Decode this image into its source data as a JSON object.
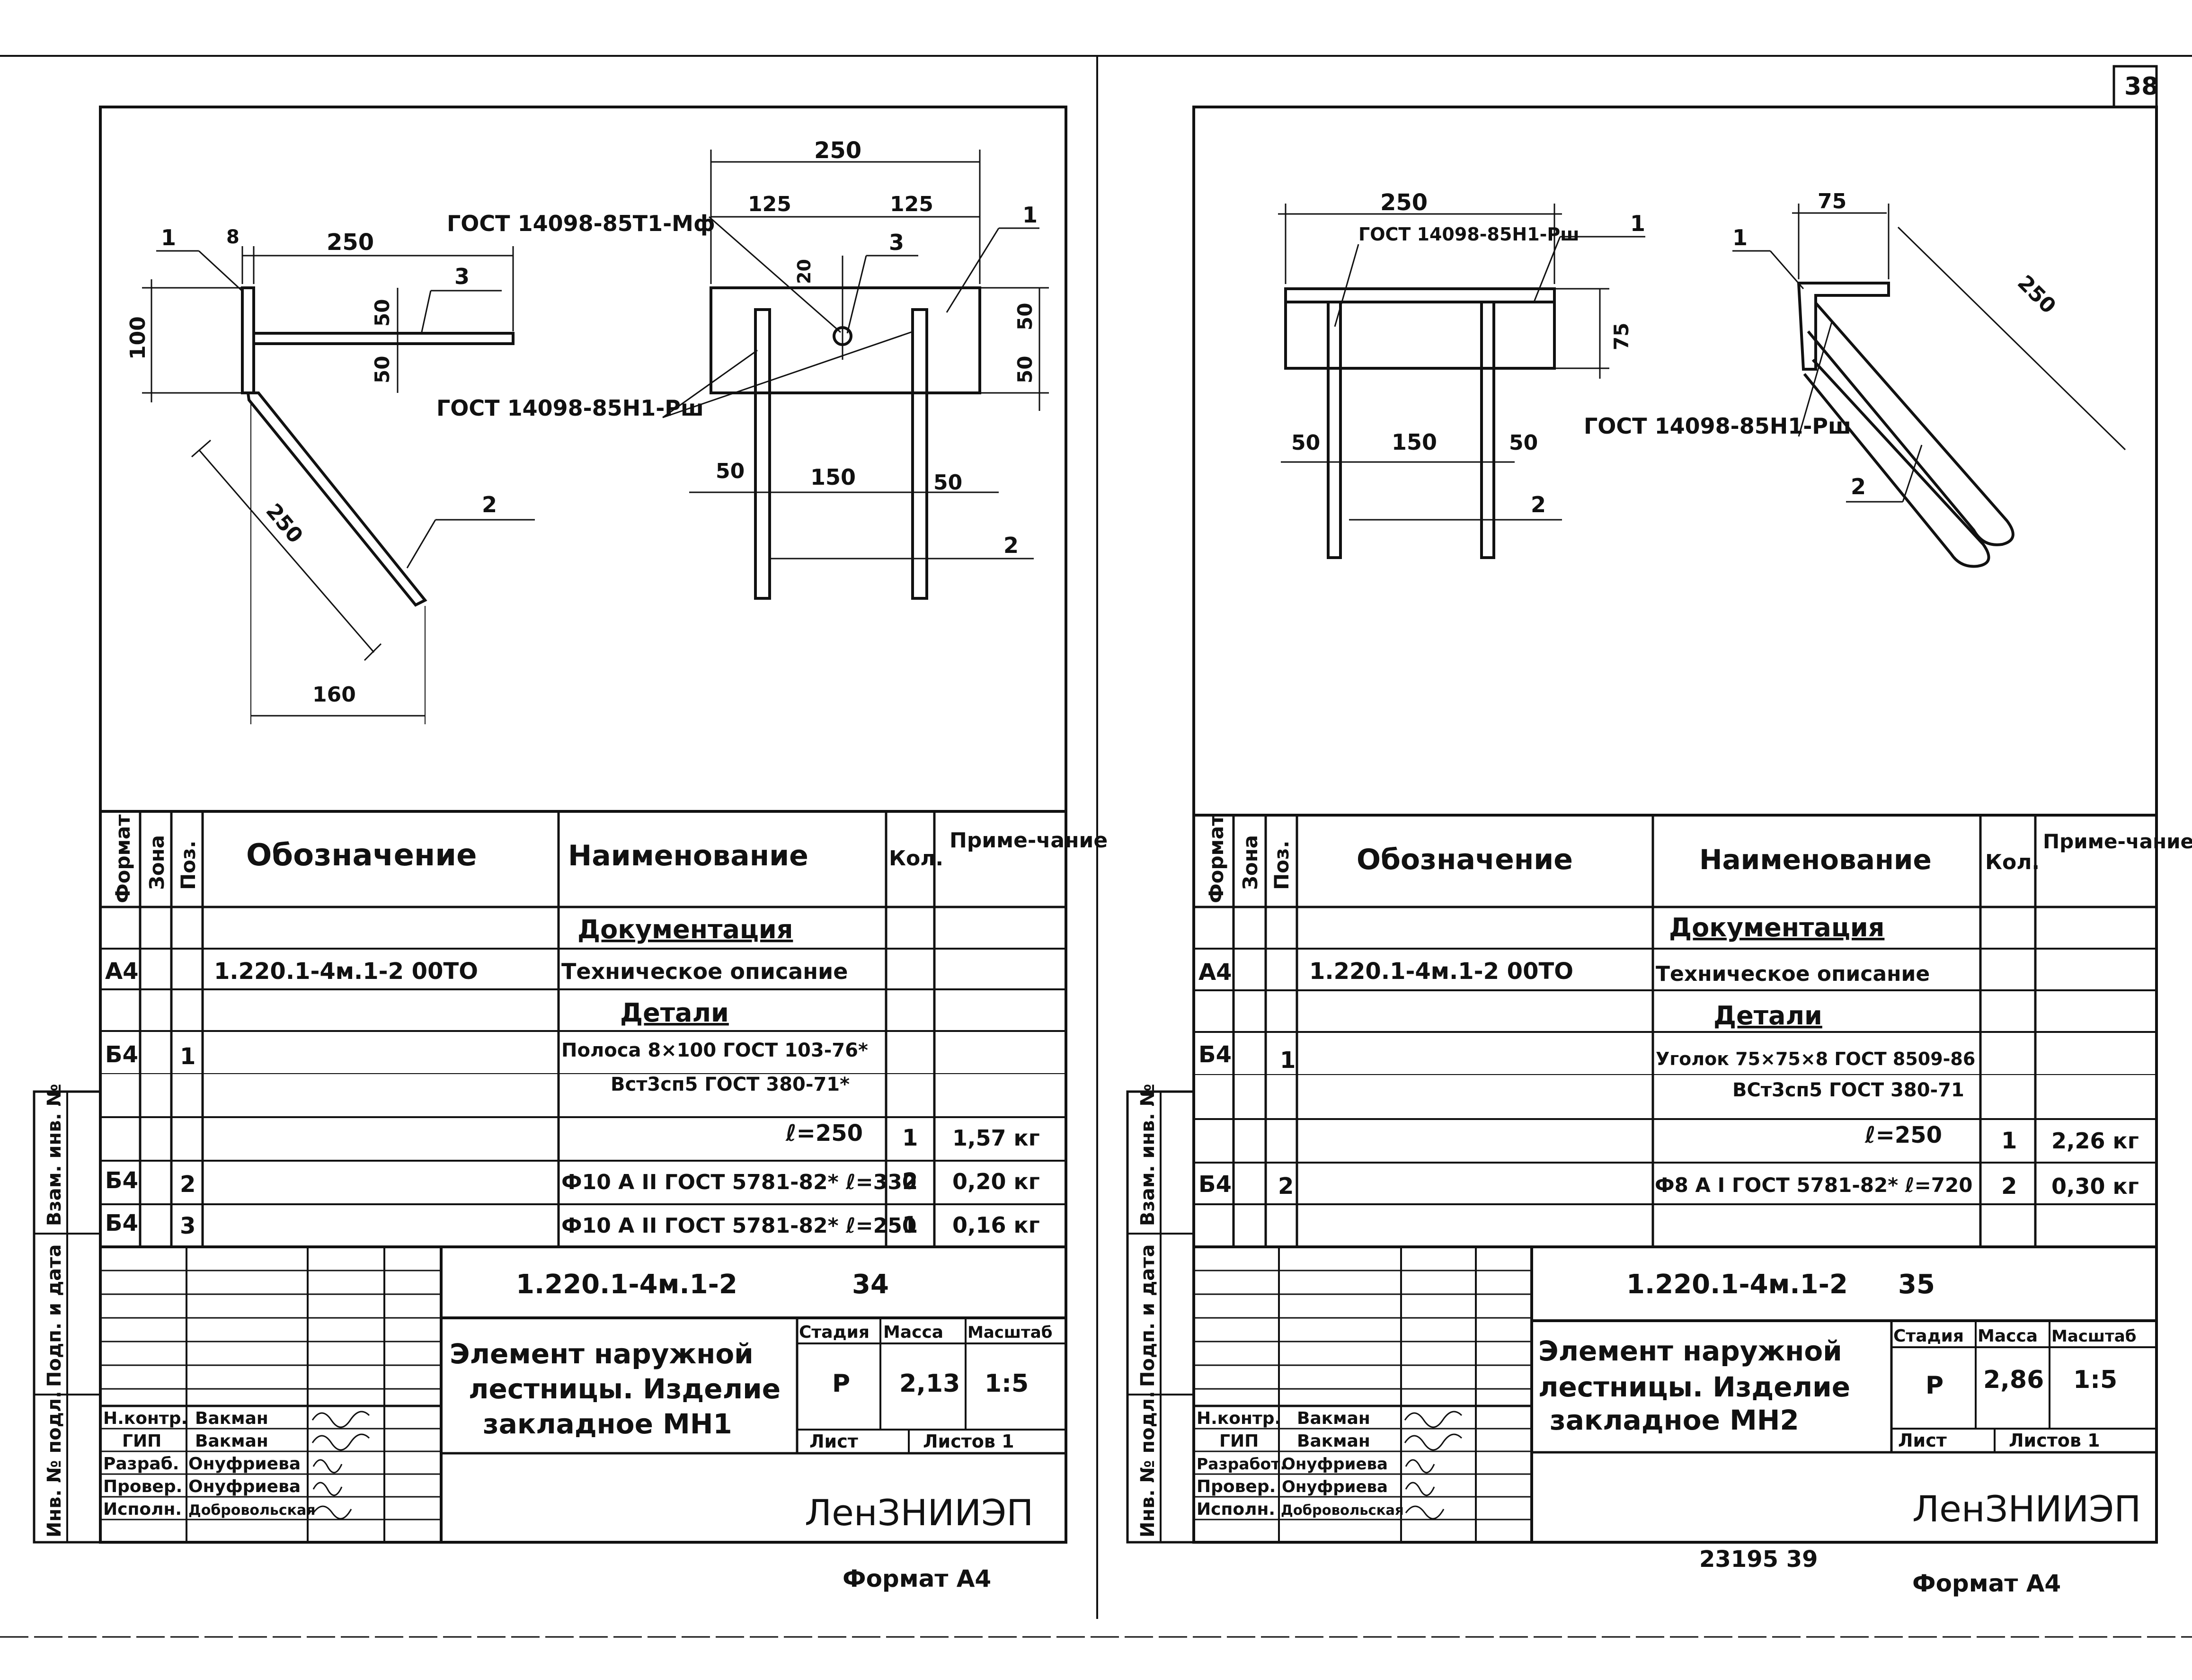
{
  "sheet_number": "38",
  "bottom_stamp": "23195   39",
  "left": {
    "drawing": {
      "dims": [
        "8",
        "250",
        "100",
        "50",
        "50",
        "250",
        "160",
        "250",
        "125",
        "125",
        "20",
        "50",
        "50",
        "50",
        "150",
        "50"
      ],
      "callouts": [
        "1",
        "2",
        "3",
        "1",
        "3",
        "2"
      ],
      "weld_top": "ГОСТ 14098-85Т1-Мф",
      "weld_bottom": "ГОСТ 14098-85Н1-Рш"
    },
    "spec": {
      "headers": {
        "format": "Формат",
        "zone": "Зона",
        "pos": "Поз.",
        "designation": "Обозначение",
        "name": "Наименование",
        "qty": "Кол.",
        "note": "Приме-чание"
      },
      "sec_docs": "Документация",
      "sec_details": "Детали",
      "rows": [
        {
          "format": "А4",
          "pos": "",
          "designation": "1.220.1-4м.1-2   00ТО",
          "name": "Техническое описание",
          "qty": "",
          "note": ""
        },
        {
          "format": "Б4",
          "pos": "1",
          "designation": "",
          "name": "Полоса  8×100 ГОСТ 103-76*",
          "qty": "",
          "note": ""
        },
        {
          "format": "",
          "pos": "",
          "designation": "",
          "name": "Вст3сп5 ГОСТ 380-71*",
          "qty": "",
          "note": ""
        },
        {
          "format": "",
          "pos": "",
          "designation": "",
          "name": "ℓ=250",
          "qty": "1",
          "note": "1,57 кг"
        },
        {
          "format": "Б4",
          "pos": "2",
          "designation": "",
          "name": "Ф10 А II ГОСТ 5781-82* ℓ=330",
          "qty": "2",
          "note": "0,20 кг"
        },
        {
          "format": "Б4",
          "pos": "3",
          "designation": "",
          "name": "Ф10 А II ГОСТ 5781-82* ℓ=250",
          "qty": "1",
          "note": "0,16 кг"
        }
      ]
    },
    "title_block": {
      "code": "1.220.1-4м.1-2",
      "sheet": "34",
      "title": [
        "Элемент   наружной",
        "лестницы. Изделие",
        "закладное   МН1"
      ],
      "stage_label": "Стадия",
      "mass_label": "Масса",
      "scale_label": "Масштаб",
      "stage": "Р",
      "mass": "2,13",
      "scale": "1:5",
      "list_label": "Лист",
      "lists_label": "Листов 1",
      "org": "ЛенЗНИИЭП",
      "staff": [
        {
          "role": "Н.контр.",
          "name": "Вакман"
        },
        {
          "role": "ГИП",
          "name": "Вакман"
        },
        {
          "role": "Разраб.",
          "name": "Онуфриева"
        },
        {
          "role": "Провер.",
          "name": "Онуфриева"
        },
        {
          "role": "Исполн.",
          "name": "Добровольская"
        }
      ],
      "side_labels": [
        "Инв. № подл.",
        "Подп. и дата",
        "Взам. инв. №"
      ]
    },
    "format_label": "Формат А4"
  },
  "right": {
    "drawing": {
      "dims": [
        "250",
        "75",
        "50",
        "150",
        "50",
        "75",
        "250"
      ],
      "callouts": [
        "1",
        "2",
        "1",
        "2"
      ],
      "weld_top": "ГОСТ 14098-85Н1-Рш",
      "weld_bottom": "ГОСТ 14098-85Н1-Рш"
    },
    "spec": {
      "headers": {
        "format": "Формат",
        "zone": "Зона",
        "pos": "Поз.",
        "designation": "Обозначение",
        "name": "Наименование",
        "qty": "Кол.",
        "note": "Приме-чание"
      },
      "sec_docs": "Документация",
      "sec_details": "Детали",
      "rows": [
        {
          "format": "А4",
          "pos": "",
          "designation": "1.220.1-4м.1-2   00ТО",
          "name": "Техническое описание",
          "qty": "",
          "note": ""
        },
        {
          "format": "Б4",
          "pos": "1",
          "designation": "",
          "name": "Уголок 75×75×8 ГОСТ 8509-86",
          "qty": "",
          "note": ""
        },
        {
          "format": "",
          "pos": "",
          "designation": "",
          "name": "ВСт3сп5 ГОСТ 380-71",
          "qty": "",
          "note": ""
        },
        {
          "format": "",
          "pos": "",
          "designation": "",
          "name": "ℓ=250",
          "qty": "1",
          "note": "2,26 кг"
        },
        {
          "format": "Б4",
          "pos": "2",
          "designation": "",
          "name": "Ф8 А I ГОСТ 5781-82* ℓ=720",
          "qty": "2",
          "note": "0,30 кг"
        }
      ]
    },
    "title_block": {
      "code": "1.220.1-4м.1-2",
      "sheet": "35",
      "title": [
        "Элемент   наружной",
        "лестницы.  Изделие",
        "закладное   МН2"
      ],
      "stage_label": "Стадия",
      "mass_label": "Масса",
      "scale_label": "Масштаб",
      "stage": "Р",
      "mass": "2,86",
      "scale": "1:5",
      "list_label": "Лист",
      "lists_label": "Листов 1",
      "org": "ЛенЗНИИЭП",
      "staff": [
        {
          "role": "Н.контр.",
          "name": "Вакман"
        },
        {
          "role": "ГИП",
          "name": "Вакман"
        },
        {
          "role": "Разработ.",
          "name": "Онуфриева"
        },
        {
          "role": "Провер.",
          "name": "Онуфриева"
        },
        {
          "role": "Исполн.",
          "name": "Добровольская"
        }
      ],
      "side_labels": [
        "Инв. № подл.",
        "Подп. и дата",
        "Взам. инв. №"
      ]
    },
    "format_label": "Формат А4"
  }
}
